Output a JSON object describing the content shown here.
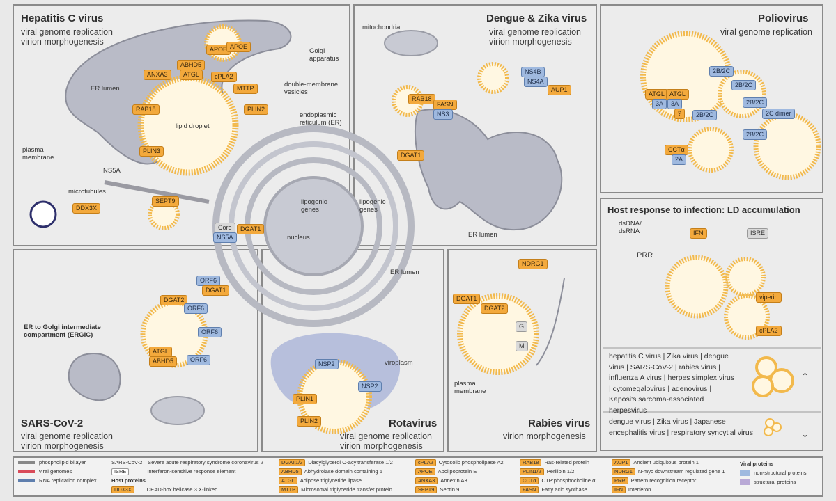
{
  "hcv": {
    "title": "Hepatitis C virus",
    "subtitle": "viral genome replication\nvirion morphogenesis",
    "labels": {
      "er_lumen": "ER lumen",
      "lipid_droplet": "lipid droplet",
      "plasma_membrane": "plasma\nmembrane",
      "ns5a": "NS5A",
      "microtubules": "microtubules",
      "golgi": "Golgi\napparatus",
      "dmv": "double-membrane\nvesicles",
      "er": "endoplasmic\nreticulum (ER)",
      "lipogenic": "lipogenic\ngenes",
      "nucleus": "nucleus"
    },
    "tags": {
      "anxa3": "ANXA3",
      "abhd5": "ABHD5",
      "atgl": "ATGL",
      "cpla2": "cPLA2",
      "mttp": "MTTP",
      "plin2": "PLIN2",
      "rab18": "RAB18",
      "plin3": "PLIN3",
      "apoe1": "APOE",
      "apoe2": "APOE",
      "sept9": "SEPT9",
      "ddx3x": "DDX3X",
      "core": "Core",
      "ns5a_tag": "NS5A",
      "dgat1": "DGAT1"
    }
  },
  "dengue": {
    "title": "Dengue & Zika virus",
    "subtitle": "viral genome replication\nvirion morphogenesis",
    "labels": {
      "mito": "mitochondria",
      "lipogenic": "lipogenic\ngenes",
      "er_lumen": "ER lumen"
    },
    "tags": {
      "rab18": "RAB18",
      "fasn": "FASN",
      "ns3": "NS3",
      "dgat1": "DGAT1",
      "ns4b": "NS4B",
      "ns4a": "NS4A",
      "aup1": "AUP1"
    }
  },
  "polio": {
    "title": "Poliovirus",
    "subtitle": "viral genome replication",
    "tags": {
      "atgl1": "ATGL",
      "atgl2": "ATGL",
      "3a1": "3A",
      "3a2": "3A",
      "q": "?",
      "2b2c_1": "2B/2C",
      "2b2c_2": "2B/2C",
      "2b2c_3": "2B/2C",
      "2b2c_4": "2B/2C",
      "2b2c_5": "2B/2C",
      "dimer": "2C dimer",
      "ccta": "CCTα",
      "2a": "2A"
    }
  },
  "host": {
    "title": "Host response to infection: LD accumulation",
    "labels": {
      "dsdna": "dsDNA/\ndsRNA",
      "prr": "PRR"
    },
    "tags": {
      "ifn": "IFN",
      "isre": "ISRE",
      "viperin": "viperin",
      "cpla2": "cPLA2"
    },
    "up_text": "hepatitis C virus | Zika virus | dengue virus | SARS-CoV-2 | rabies virus | influenza A virus | herpes simplex virus | cytomegalovirus | adenovirus | Kaposi's sarcoma-associated herpesvirus",
    "down_text": "dengue virus | Zika virus | Japanese encephalitis virus | respiratory syncytial virus",
    "up_arrow": "↑",
    "down_arrow": "↓"
  },
  "sars": {
    "title": "SARS-CoV-2",
    "subtitle": "viral genome replication\nvirion morphogenesis",
    "labels": {
      "ergic": "ER to Golgi intermediate\ncompartment (ERGIC)"
    },
    "tags": {
      "orf6a": "ORF6",
      "dgat1": "DGAT1",
      "dgat2": "DGAT2",
      "orf6b": "ORF6",
      "orf6c": "ORF6",
      "orf6d": "ORF6",
      "atgl": "ATGL",
      "abhd5": "ABHD5"
    }
  },
  "rota": {
    "title": "Rotavirus",
    "subtitle": "viral genome replication\nvirion morphogenesis",
    "labels": {
      "er_lumen": "ER lumen",
      "viroplasm": "viroplasm"
    },
    "tags": {
      "nsp2a": "NSP2",
      "nsp2b": "NSP2",
      "plin1": "PLIN1",
      "plin2": "PLIN2"
    }
  },
  "rabies": {
    "title": "Rabies virus",
    "subtitle": "virion morphogenesis",
    "labels": {
      "pm": "plasma\nmembrane"
    },
    "tags": {
      "ndrg1": "NDRG1",
      "dgat1": "DGAT1",
      "dgat2": "DGAT2",
      "g": "G",
      "m": "M"
    }
  },
  "legend": {
    "col1": [
      {
        "sym": "line",
        "text": "phospholipid bilayer"
      },
      {
        "sym": "rna",
        "text": "viral genomes"
      },
      {
        "sym": "complex",
        "text": "RNA replication complex"
      }
    ],
    "col2": [
      {
        "abbr": "SARS-CoV-2",
        "text": "Severe acute respiratory syndrome coronavirus 2"
      },
      {
        "abbr": "ISRE",
        "text": "Interferon-sensitive response element"
      },
      {
        "abbr": "Host proteins",
        "text": ""
      },
      {
        "abbr": "DDX3X",
        "text": "DEAD-box helicase 3 X-linked"
      }
    ],
    "col3": [
      {
        "abbr": "DGAT1/2",
        "text": "Diacylglycerol O-acyltransferase 1/2"
      },
      {
        "abbr": "ABHD5",
        "text": "Abhydrolase domain containing 5"
      },
      {
        "abbr": "ATGL",
        "text": "Adipose triglyceride lipase"
      },
      {
        "abbr": "MTTP",
        "text": "Microsomal triglyceride transfer protein"
      }
    ],
    "col4": [
      {
        "abbr": "cPLA2",
        "text": "Cytosolic phospholipase A2"
      },
      {
        "abbr": "APOE",
        "text": "Apolipoprotein E"
      },
      {
        "abbr": "ANXA3",
        "text": "Annexin A3"
      },
      {
        "abbr": "SEPT9",
        "text": "Septin 9"
      }
    ],
    "col5": [
      {
        "abbr": "RAB18",
        "text": "Ras-related protein"
      },
      {
        "abbr": "PLIN1/2",
        "text": "Perilipin 1/2"
      },
      {
        "abbr": "CCTα",
        "text": "CTP:phosphocholine α"
      },
      {
        "abbr": "FASN",
        "text": "Fatty acid synthase"
      }
    ],
    "col6": [
      {
        "abbr": "AUP1",
        "text": "Ancient ubiquitous protein 1"
      },
      {
        "abbr": "NDRG1",
        "text": "N-myc downstream regulated gene 1"
      },
      {
        "abbr": "PRR",
        "text": "Pattern recognition receptor"
      },
      {
        "abbr": "IFN",
        "text": "Interferon"
      }
    ],
    "viral_title": "Viral proteins",
    "viral_ns": "non-structural proteins",
    "viral_s": "structural proteins"
  }
}
